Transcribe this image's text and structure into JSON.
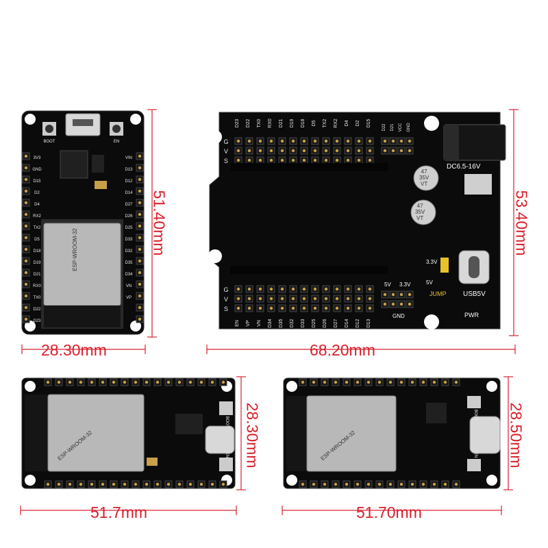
{
  "boards": {
    "top_left": {
      "width_label": "28.30mm",
      "height_label": "51.40mm",
      "silk_labels": [
        "BOOT",
        "EN",
        "3V3",
        "GND",
        "D15",
        "D2",
        "D4",
        "RX2",
        "TX2",
        "D5",
        "D18",
        "D19",
        "D21",
        "RX0",
        "TX0",
        "D22",
        "D23",
        "VIN",
        "D13",
        "D12",
        "D14",
        "D27",
        "D26",
        "D25",
        "D33",
        "D32",
        "D35",
        "D34",
        "VN",
        "VP"
      ],
      "module_label": "ESP-WROOM-32"
    },
    "top_right": {
      "width_label": "68.20mm",
      "height_label": "53.40mm",
      "top_header_labels": [
        "D23",
        "D22",
        "TX0",
        "RX0",
        "D21",
        "D19",
        "D18",
        "D5",
        "TX2",
        "RX2",
        "D4",
        "D2",
        "D15"
      ],
      "side_labels_top": [
        "G",
        "V",
        "S"
      ],
      "side_labels_bottom": [
        "G",
        "V",
        "S"
      ],
      "bottom_header_labels": [
        "EN",
        "VP",
        "VN",
        "D34",
        "D35",
        "D32",
        "D33",
        "D25",
        "D26",
        "D27",
        "D14",
        "D12",
        "D13"
      ],
      "aux_header_labels": [
        "D22",
        "D21",
        "VCC",
        "GND"
      ],
      "cap_label_1": [
        "47",
        "35V",
        "VT"
      ],
      "cap_label_2": [
        "47",
        "35V",
        "VT"
      ],
      "power_label": "DC6.5-16V",
      "jump_labels": [
        "3.3V",
        "5V",
        "JUMP"
      ],
      "usb_label": "USB5V",
      "pwr_label": "PWR",
      "power_header_labels": [
        "5V",
        "3.3V",
        "GND"
      ]
    },
    "bottom_left": {
      "width_label": "51.7mm",
      "height_label": "28.30mm",
      "module_label": "ESP-WROOM-32",
      "button_labels": [
        "BOOT",
        "EN"
      ]
    },
    "bottom_right": {
      "width_label": "51.70mm",
      "height_label": "28.50mm",
      "module_label": "ESP-WROOM-32",
      "button_labels": [
        "BOOT",
        "EN"
      ]
    }
  },
  "colors": {
    "accent": "#d9202c",
    "pcb": "#0b0b0b",
    "silk": "#e8e8e8",
    "header": "#1a1a1a",
    "gold": "#c8a048",
    "module": "#b8b8b8"
  }
}
